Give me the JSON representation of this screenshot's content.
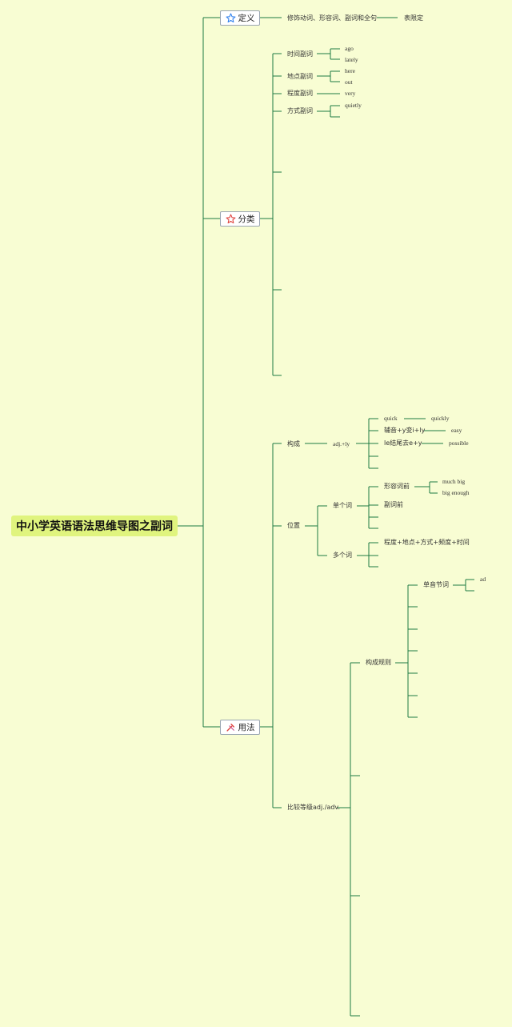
{
  "root": {
    "title": "中小学英语语法思维导图之副词"
  },
  "colors": {
    "line": "#1e7a43",
    "background": "#f8fdd3",
    "root_fill": "#e0f47e"
  },
  "branches": [
    {
      "label": "定义",
      "icon": "blue-star-icon",
      "items": [
        {
          "label": "修饰动词、形容词、副词和全句",
          "note": "表限定"
        }
      ]
    },
    {
      "label": "分类",
      "icon": "red-star-icon",
      "items": [
        {
          "label": "时间副词",
          "examples": [
            "ago",
            "lately"
          ]
        },
        {
          "label": "地点副词",
          "examples": [
            "here",
            "out"
          ]
        },
        {
          "label": "程度副词",
          "examples": [
            "very"
          ]
        },
        {
          "label": "方式副词",
          "examples": [
            "quietly"
          ]
        }
      ]
    },
    {
      "label": "用法",
      "icon": "tools-icon",
      "items": [
        {
          "label": "构成",
          "rule": "adj.+ly",
          "cases": [
            {
              "label": "quick",
              "result": "quickly"
            },
            {
              "label": "辅音+y变i+ly",
              "result": "easy"
            },
            {
              "label": "le结尾去e+y",
              "result": "possible"
            }
          ]
        },
        {
          "label": "位置",
          "single": {
            "label": "单个词",
            "items": [
              {
                "label": "形容词前",
                "examples": [
                  "much big",
                  "big enough"
                ]
              },
              {
                "label": "副词前"
              }
            ]
          },
          "multi": {
            "label": "多个词",
            "order": "程度+地点+方式+频度+时间"
          }
        },
        {
          "label": "比较等级adj./adv.",
          "rules": {
            "label": "构成规则",
            "first": {
              "label": "单音节词",
              "example": "ad"
            }
          }
        }
      ]
    }
  ]
}
